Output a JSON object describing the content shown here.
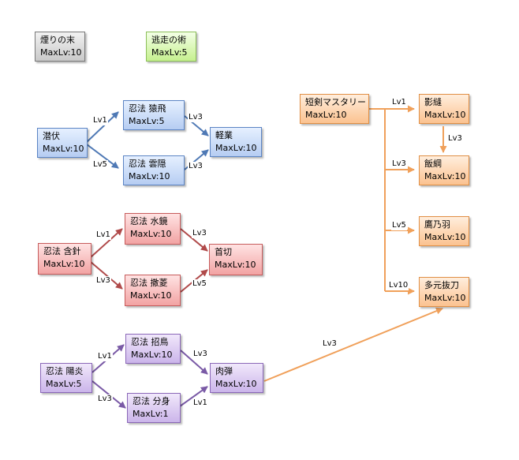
{
  "legend": {
    "gray": {
      "name": "煙りの末",
      "level": "MaxLv:10"
    },
    "green": {
      "name": "逃走の術",
      "level": "MaxLv:5"
    }
  },
  "blue_tree": {
    "root": {
      "name": "潜伏",
      "level": "MaxLv:10"
    },
    "upper": {
      "name": "忍法 猿飛",
      "level": "MaxLv:5"
    },
    "lower": {
      "name": "忍法 雲隠",
      "level": "MaxLv:10"
    },
    "result": {
      "name": "軽業",
      "level": "MaxLv:10"
    },
    "labels": {
      "root_upper": "Lv1",
      "root_lower": "Lv5",
      "upper_result": "Lv3",
      "lower_result": "Lv3"
    }
  },
  "red_tree": {
    "root": {
      "name": "忍法 含針",
      "level": "MaxLv:10"
    },
    "upper": {
      "name": "忍法 水鏡",
      "level": "MaxLv:10"
    },
    "lower": {
      "name": "忍法 撒菱",
      "level": "MaxLv:10"
    },
    "result": {
      "name": "首切",
      "level": "MaxLv:10"
    },
    "labels": {
      "root_upper": "Lv1",
      "root_lower": "Lv3",
      "upper_result": "Lv3",
      "lower_result": "Lv5"
    }
  },
  "purple_tree": {
    "root": {
      "name": "忍法 陽炎",
      "level": "MaxLv:5"
    },
    "upper": {
      "name": "忍法 招鳥",
      "level": "MaxLv:10"
    },
    "lower": {
      "name": "忍法 分身",
      "level": "MaxLv:1"
    },
    "result": {
      "name": "肉弾",
      "level": "MaxLv:10"
    },
    "labels": {
      "root_upper": "Lv1",
      "root_lower": "Lv3",
      "upper_result": "Lv3",
      "lower_result": "Lv1",
      "result_to_orange": "Lv3"
    }
  },
  "orange_tree": {
    "root": {
      "name": "短剣マスタリー",
      "level": "MaxLv:10"
    },
    "kage": {
      "name": "影縫",
      "level": "MaxLv:10"
    },
    "izuna": {
      "name": "飯綱",
      "level": "MaxLv:10"
    },
    "takanoha": {
      "name": "鷹乃羽",
      "level": "MaxLv:10"
    },
    "tagen": {
      "name": "多元抜刀",
      "level": "MaxLv:10"
    },
    "labels": {
      "to_kage": "Lv1",
      "kage_izuna": "Lv3",
      "to_izuna": "Lv3",
      "to_takanoha": "Lv5",
      "to_tagen": "Lv10"
    }
  },
  "colors": {
    "blue_arrow": "#4f79b5",
    "red_arrow": "#b04a4a",
    "purple_arrow": "#7a5aa6",
    "orange_arrow": "#f0a05a"
  }
}
